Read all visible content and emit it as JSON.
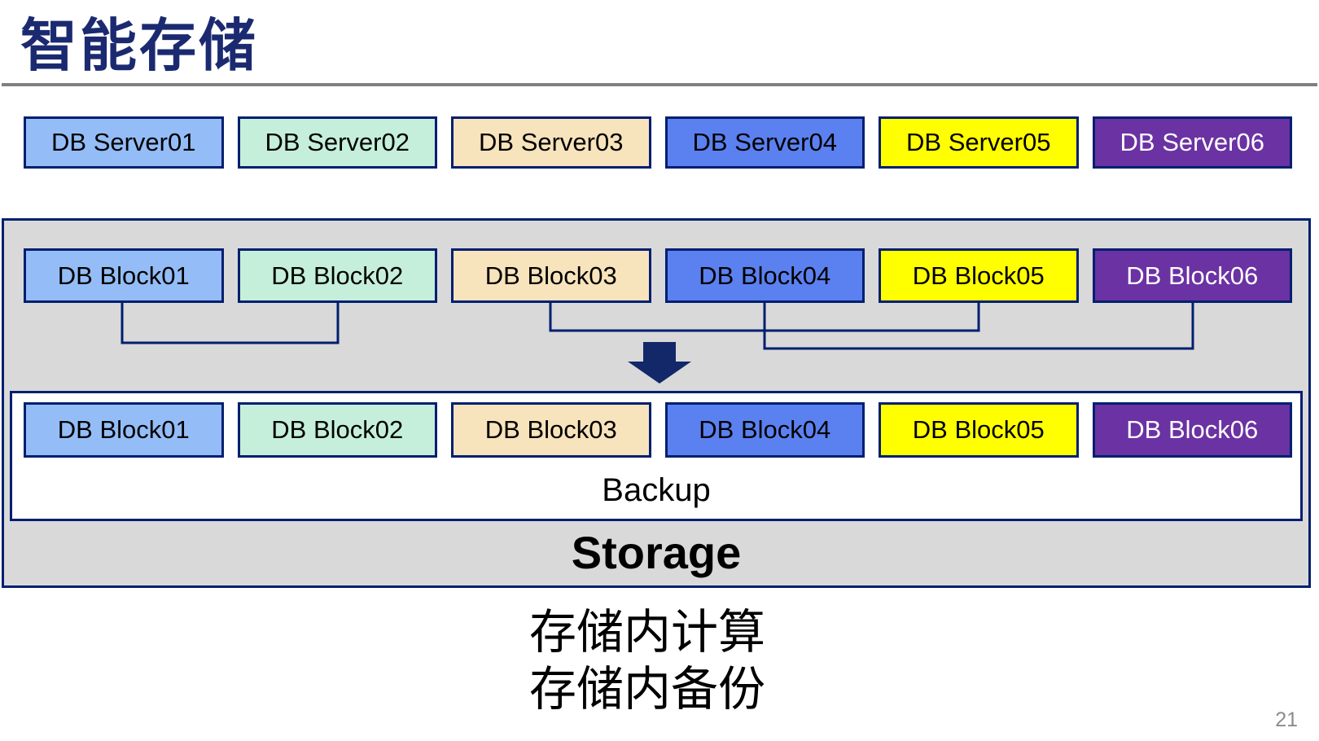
{
  "title": "智能存储",
  "page_number": "21",
  "colors": {
    "title_navy": "#1B2A70",
    "border_navy": "#001F70",
    "arrow_navy": "#132869",
    "container_gray": "#D9D9D9",
    "rule_gray": "#808080",
    "block_blue_light": "#94BDF7",
    "block_green": "#C5EFDA",
    "block_wheat": "#F7E3BC",
    "block_blue": "#5B81F0",
    "block_yellow": "#FFFF00",
    "block_purple": "#6B32A3"
  },
  "rows": {
    "servers": [
      {
        "label": "DB Server01",
        "fill": "#94BDF7",
        "text_color": "#000000"
      },
      {
        "label": "DB Server02",
        "fill": "#C5EFDA",
        "text_color": "#000000"
      },
      {
        "label": "DB Server03",
        "fill": "#F7E3BC",
        "text_color": "#000000"
      },
      {
        "label": "DB Server04",
        "fill": "#5B81F0",
        "text_color": "#000000"
      },
      {
        "label": "DB Server05",
        "fill": "#FFFF00",
        "text_color": "#000000"
      },
      {
        "label": "DB Server06",
        "fill": "#6B32A3",
        "text_color": "#FFFFFF"
      }
    ],
    "blocks_top": [
      {
        "label": "DB Block01",
        "fill": "#94BDF7",
        "text_color": "#000000"
      },
      {
        "label": "DB Block02",
        "fill": "#C5EFDA",
        "text_color": "#000000"
      },
      {
        "label": "DB Block03",
        "fill": "#F7E3BC",
        "text_color": "#000000"
      },
      {
        "label": "DB Block04",
        "fill": "#5B81F0",
        "text_color": "#000000"
      },
      {
        "label": "DB Block05",
        "fill": "#FFFF00",
        "text_color": "#000000"
      },
      {
        "label": "DB Block06",
        "fill": "#6B32A3",
        "text_color": "#FFFFFF"
      }
    ],
    "blocks_bottom": [
      {
        "label": "DB Block01",
        "fill": "#94BDF7",
        "text_color": "#000000"
      },
      {
        "label": "DB Block02",
        "fill": "#C5EFDA",
        "text_color": "#000000"
      },
      {
        "label": "DB Block03",
        "fill": "#F7E3BC",
        "text_color": "#000000"
      },
      {
        "label": "DB Block04",
        "fill": "#5B81F0",
        "text_color": "#000000"
      },
      {
        "label": "DB Block05",
        "fill": "#FFFF00",
        "text_color": "#000000"
      },
      {
        "label": "DB Block06",
        "fill": "#6B32A3",
        "text_color": "#FFFFFF"
      }
    ]
  },
  "connections": [
    {
      "from": "DB Block01",
      "to": "DB Block02"
    },
    {
      "from": "DB Block03",
      "to": "DB Block05"
    },
    {
      "from": "DB Block04",
      "to": "DB Block06"
    }
  ],
  "storage": {
    "backup_label": "Backup",
    "storage_label": "Storage"
  },
  "caption": {
    "line1": "存储内计算",
    "line2": "存储内备份"
  }
}
